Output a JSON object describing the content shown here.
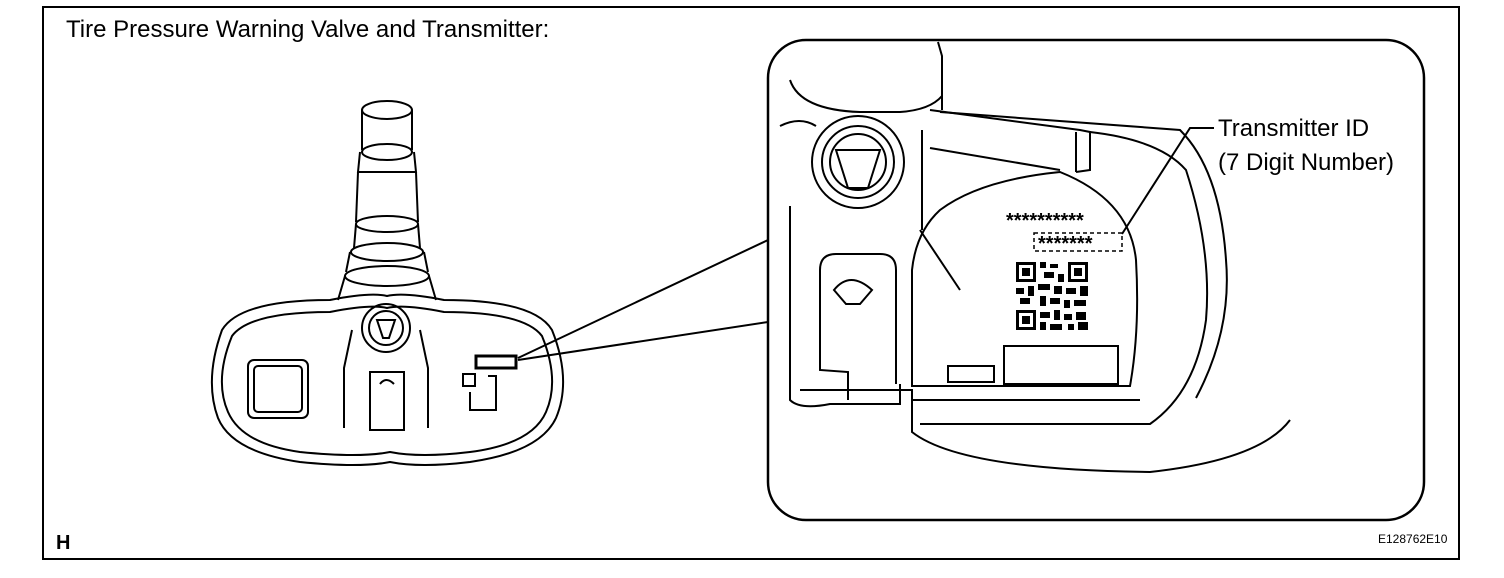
{
  "title": "Tire Pressure Warning Valve and Transmitter:",
  "corner_letter": "H",
  "reference_code": "E128762E10",
  "callout": {
    "line1": "Transmitter ID",
    "line2": "(7 Digit Number)"
  },
  "label": {
    "line1": "**********",
    "line2": "*******"
  }
}
